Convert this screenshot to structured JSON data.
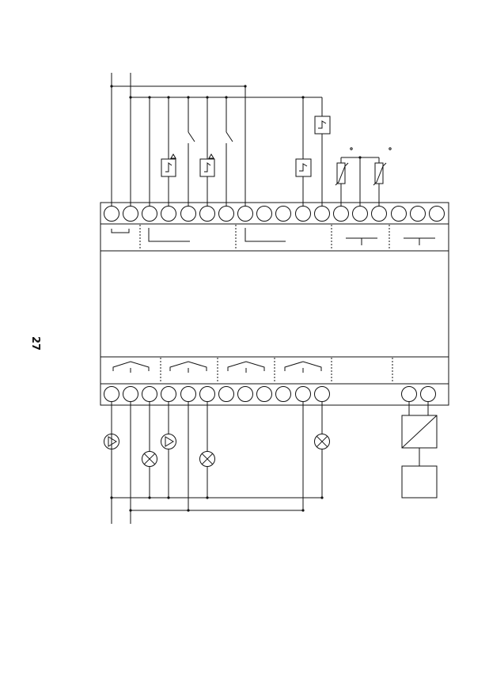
{
  "page": {
    "number": "27"
  },
  "diagram": {
    "type": "wiring-diagram",
    "top_terminal_count": 18,
    "bottom_terminal_count": 12,
    "bottom_extra_terminals": 2,
    "output_channel_count": 4,
    "input_loads": [
      "pressure-switch",
      "switch",
      "pressure-switch",
      "switch",
      "relay-contact",
      "relay-contact",
      "thermistor",
      "thermistor"
    ],
    "output_loads": [
      "pump",
      "lamp",
      "pump",
      "lamp",
      "lamp"
    ]
  }
}
